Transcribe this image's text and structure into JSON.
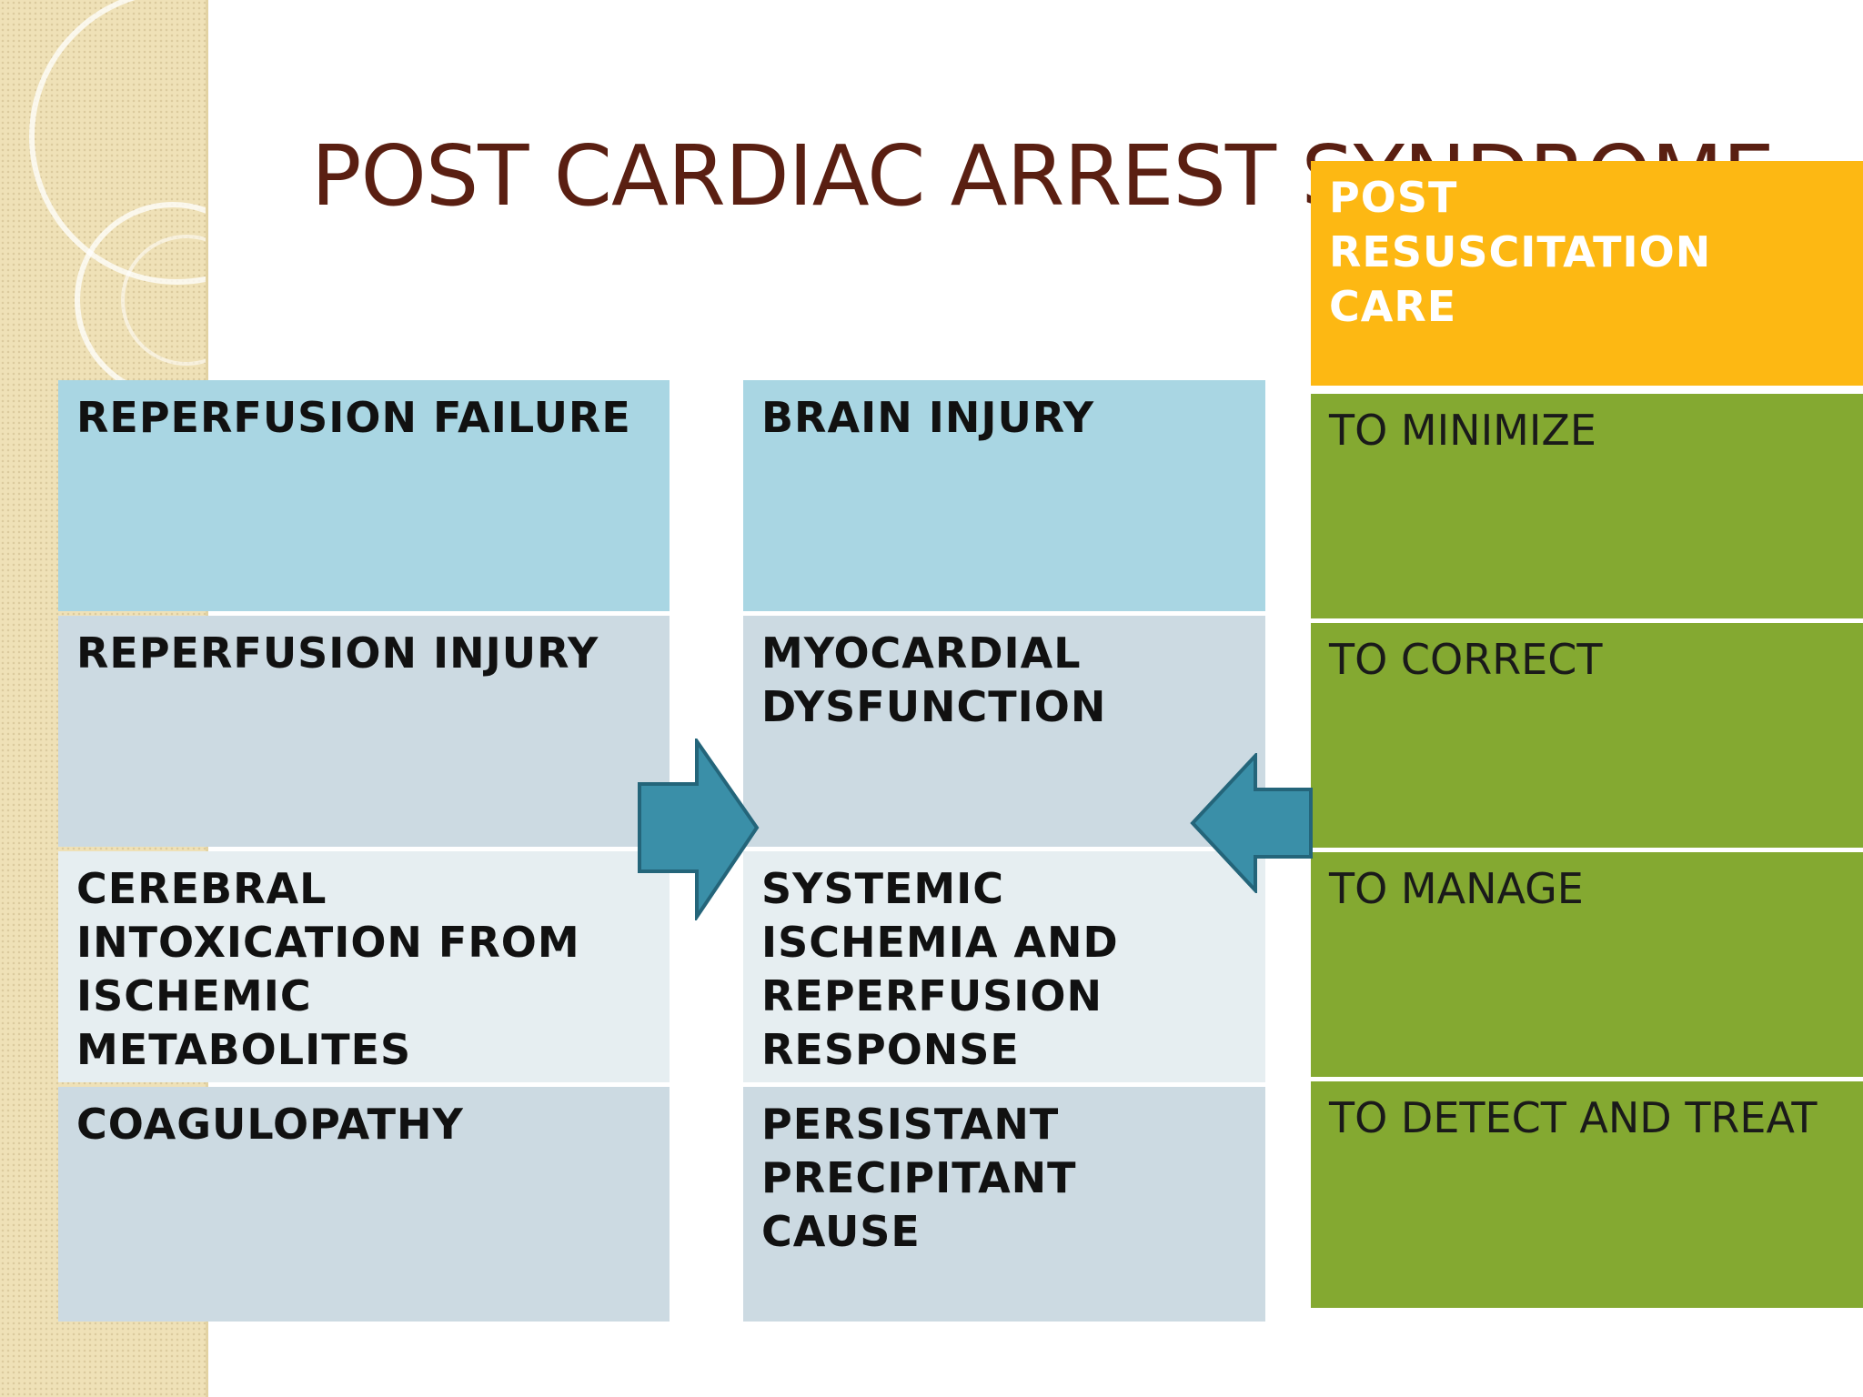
{
  "slide": {
    "title": "POST CARDIAC ARREST SYNDROME",
    "causes": [
      "REPERFUSION FAILURE",
      "REPERFUSION INJURY",
      "CEREBRAL INTOXICATION FROM ISCHEMIC METABOLITES",
      "COAGULOPATHY"
    ],
    "components": [
      "BRAIN INJURY",
      "MYOCARDIAL DYSFUNCTION",
      "SYSTEMIC ISCHEMIA AND REPERFUSION RESPONSE",
      "PERSISTANT PRECIPITANT CAUSE"
    ],
    "care": {
      "header": "POST RESUSCITATION CARE",
      "items": [
        "TO MINIMIZE",
        "TO CORRECT",
        "TO MANAGE",
        "TO DETECT AND TREAT"
      ]
    },
    "colors": {
      "title": "#5a1f12",
      "care_header_bg": "#fdb813",
      "care_item_bg": "#84a931",
      "arrow": "#3a8fa8",
      "table_row_1": "#a9d6e3",
      "table_row_2": "#ccdae2",
      "table_row_3": "#e6eef1",
      "table_row_4": "#ccdae2"
    },
    "icons": {
      "right_arrow": "arrow-right-icon",
      "left_arrow": "arrow-left-icon"
    }
  }
}
